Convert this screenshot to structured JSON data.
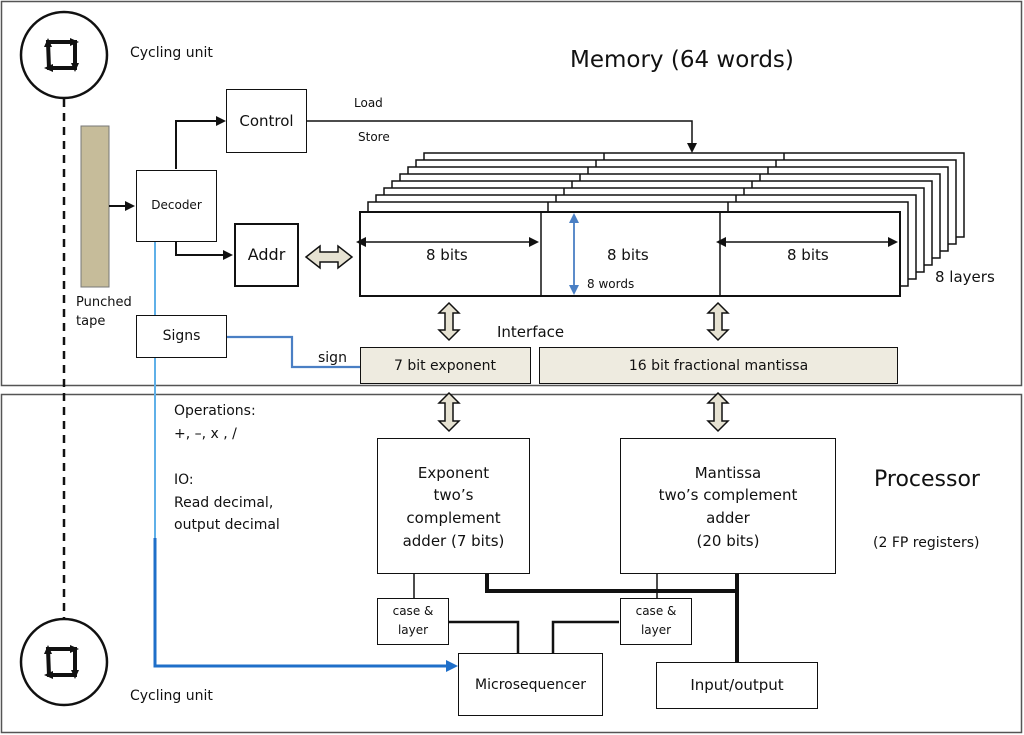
{
  "memory": {
    "title": "Memory (64 words)",
    "load_label": "Load",
    "store_label": "Store",
    "col1": "8 bits",
    "col2": "8 bits",
    "col3": "8 bits",
    "words": "8 words",
    "layers": "8 layers"
  },
  "cycling": {
    "top": "Cycling unit",
    "bottom": "Cycling unit"
  },
  "blocks": {
    "control": "Control",
    "decoder": "Decoder",
    "addr": "Addr",
    "signs": "Signs",
    "punched_line1": "Punched",
    "punched_line2": "tape"
  },
  "interface": {
    "label": "Interface",
    "sign": "sign",
    "exponent": "7 bit exponent",
    "mantissa": "16 bit fractional mantissa"
  },
  "operations": {
    "title": "Operations:",
    "ops": "+, –, x , /",
    "io_title": "IO:",
    "io_line1": "Read decimal,",
    "io_line2": "output decimal"
  },
  "processor": {
    "title": "Processor",
    "registers": "(2 FP registers)",
    "exp_adder": [
      "Exponent",
      "two’s",
      "complement",
      "adder (7 bits)"
    ],
    "man_adder": [
      "Mantissa",
      "two’s complement",
      "adder",
      "(20 bits)"
    ],
    "case1": [
      "case &",
      "layer"
    ],
    "case2": [
      "case &",
      "layer"
    ],
    "microsequencer": "Microsequencer",
    "io": "Input/output"
  }
}
